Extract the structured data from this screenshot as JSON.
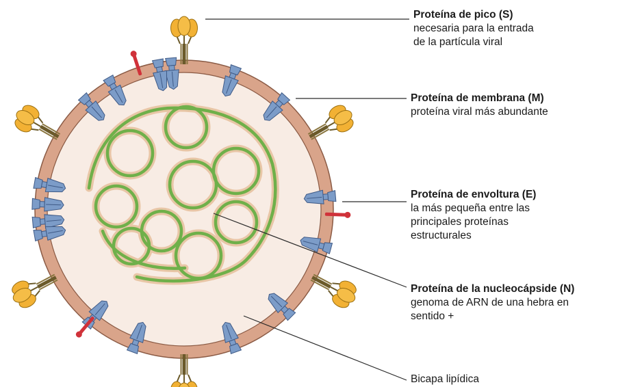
{
  "labels": {
    "spike": {
      "title": "Proteína de pico (S)",
      "desc": "necesaria para la entrada\nde la partícula viral"
    },
    "membrane": {
      "title": "Proteína de membrana (M)",
      "desc": "proteína viral más abundante"
    },
    "envelope": {
      "title": "Proteína de envoltura (E)",
      "desc": "la más pequeña entre las\nprincipales proteínas\nestructurales"
    },
    "nucleocapsid": {
      "title": "Proteína de la nucleocápside (N)",
      "desc": "genoma de ARN de una hebra en\nsentido +"
    },
    "bilayer": {
      "title": "Bicapa lipídica"
    }
  },
  "colors": {
    "spike": "#f2b134",
    "spike_stalk": "#6b5a2a",
    "membrane_protein": "#7c9cc8",
    "envelope_protein": "#d0323a",
    "bilayer": "#d9a48a",
    "interior": "#f8ece4",
    "rna": "#6fb04a",
    "rna_halo": "#e8c6a6",
    "leader": "#2a2a2a"
  }
}
